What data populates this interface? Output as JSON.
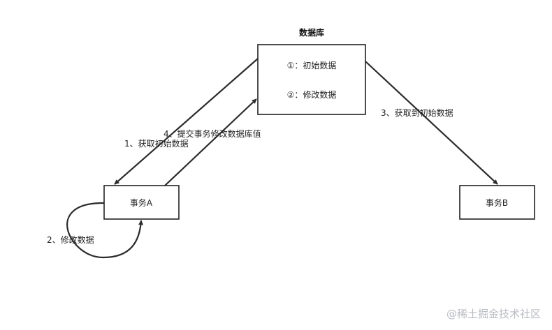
{
  "database": {
    "title": "数据库",
    "line1": "①：初始数据",
    "line2": "②：修改数据"
  },
  "nodes": {
    "txa": "事务A",
    "txb": "事务B"
  },
  "edges": {
    "fetch_a": "1、获取初始数据",
    "modify_a": "2、修改数据",
    "fetch_b": "3、获取到初始数据",
    "commit_a": "4、提交事务修改数据库值"
  },
  "watermark": "@稀土掘金技术社区"
}
